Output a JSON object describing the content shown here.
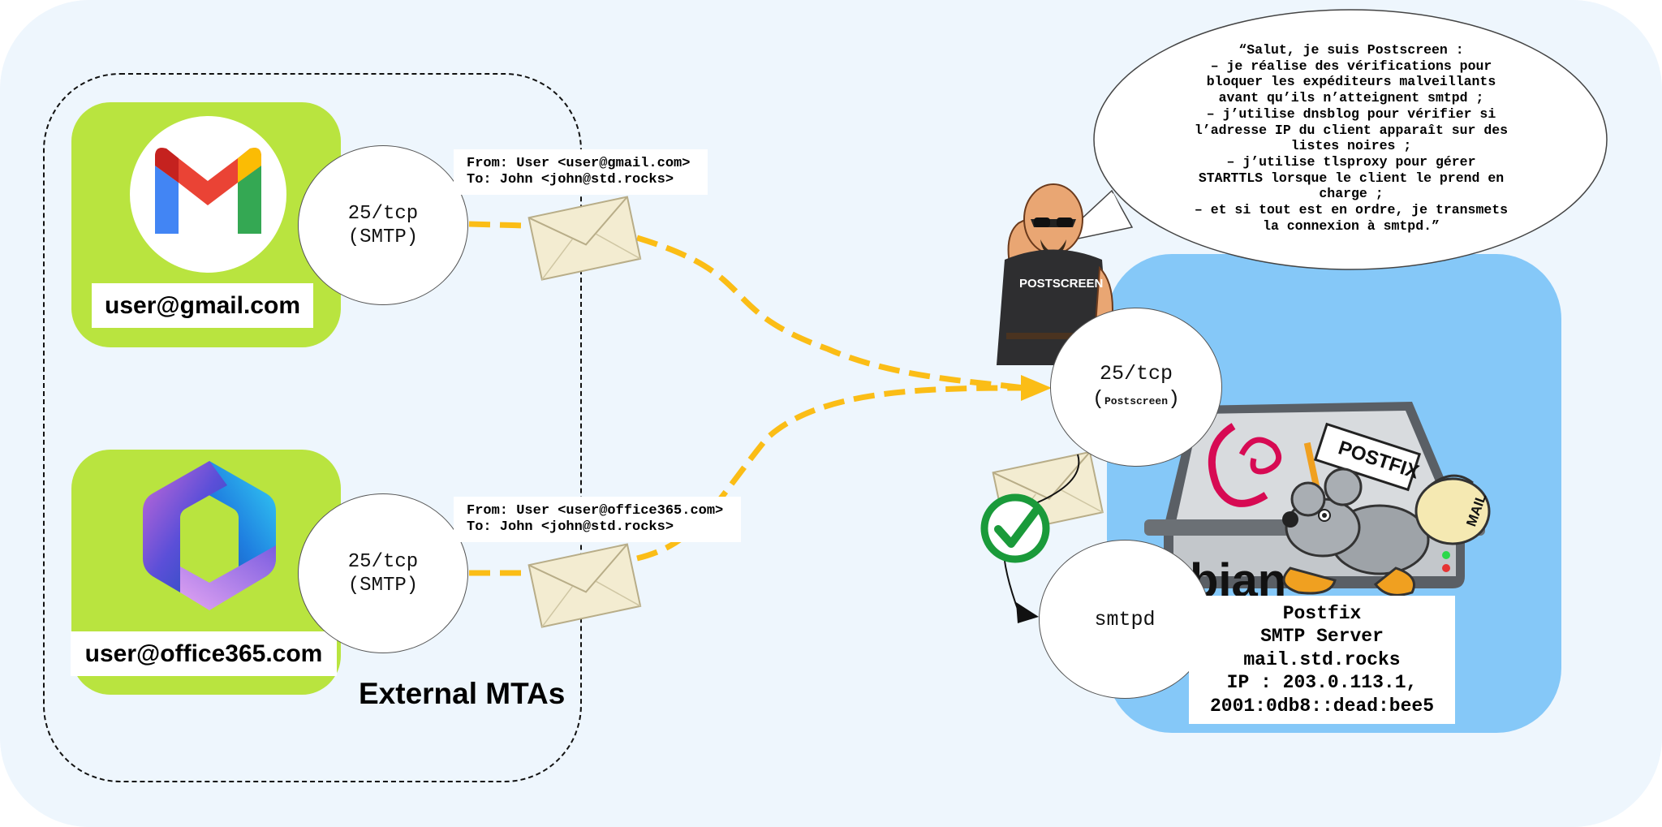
{
  "groups": {
    "external_mtas": "External MTAs"
  },
  "clients": [
    {
      "address": "user@gmail.com",
      "logo": "gmail-logo",
      "port_line1": "25/tcp",
      "port_line2": "(SMTP)",
      "header_line1": "From: User <user@gmail.com>",
      "header_line2": "To: John <john@std.rocks>"
    },
    {
      "address": "user@office365.com",
      "logo": "office365-logo",
      "port_line1": "25/tcp",
      "port_line2": "(SMTP)",
      "header_line1": "From: User <user@office365.com>",
      "header_line2": "To: John <john@std.rocks>"
    }
  ],
  "postscreen": {
    "port_line1": "25/tcp",
    "label": "Postscreen",
    "shirt_text": "POSTSCREEN",
    "speech": [
      "“Salut, je suis Postscreen :",
      "– je réalise des vérifications pour",
      "bloquer les expéditeurs malveillants",
      "avant qu’ils n’atteignent smtpd ;",
      "– j’utilise dnsblog pour vérifier si",
      "l’adresse IP du client apparaît sur des",
      "listes noires ;",
      "– j’utilise tlsproxy pour gérer",
      "STARTTLS lorsque le client le prend en",
      "charge ;",
      "– et si tout est en ordre, je transmets",
      "la connexion à smtpd.”"
    ]
  },
  "smtpd": {
    "label": "smtpd"
  },
  "server": {
    "line1": "Postfix",
    "line2": "SMTP Server",
    "line3": "mail.std.rocks",
    "line4": "IP : 203.0.113.1,",
    "line5": "2001:0db8::dead:bee5",
    "distro_text": "bian",
    "sign_text": "POSTFIX",
    "bag_text": "MAIL"
  },
  "colors": {
    "background": "#eef6fd",
    "client_card": "#b9e43f",
    "server_panel": "#85c8f8",
    "flow_arrow": "#fbbd16",
    "check": "#1a9a3a",
    "debian_red": "#d70a53"
  }
}
